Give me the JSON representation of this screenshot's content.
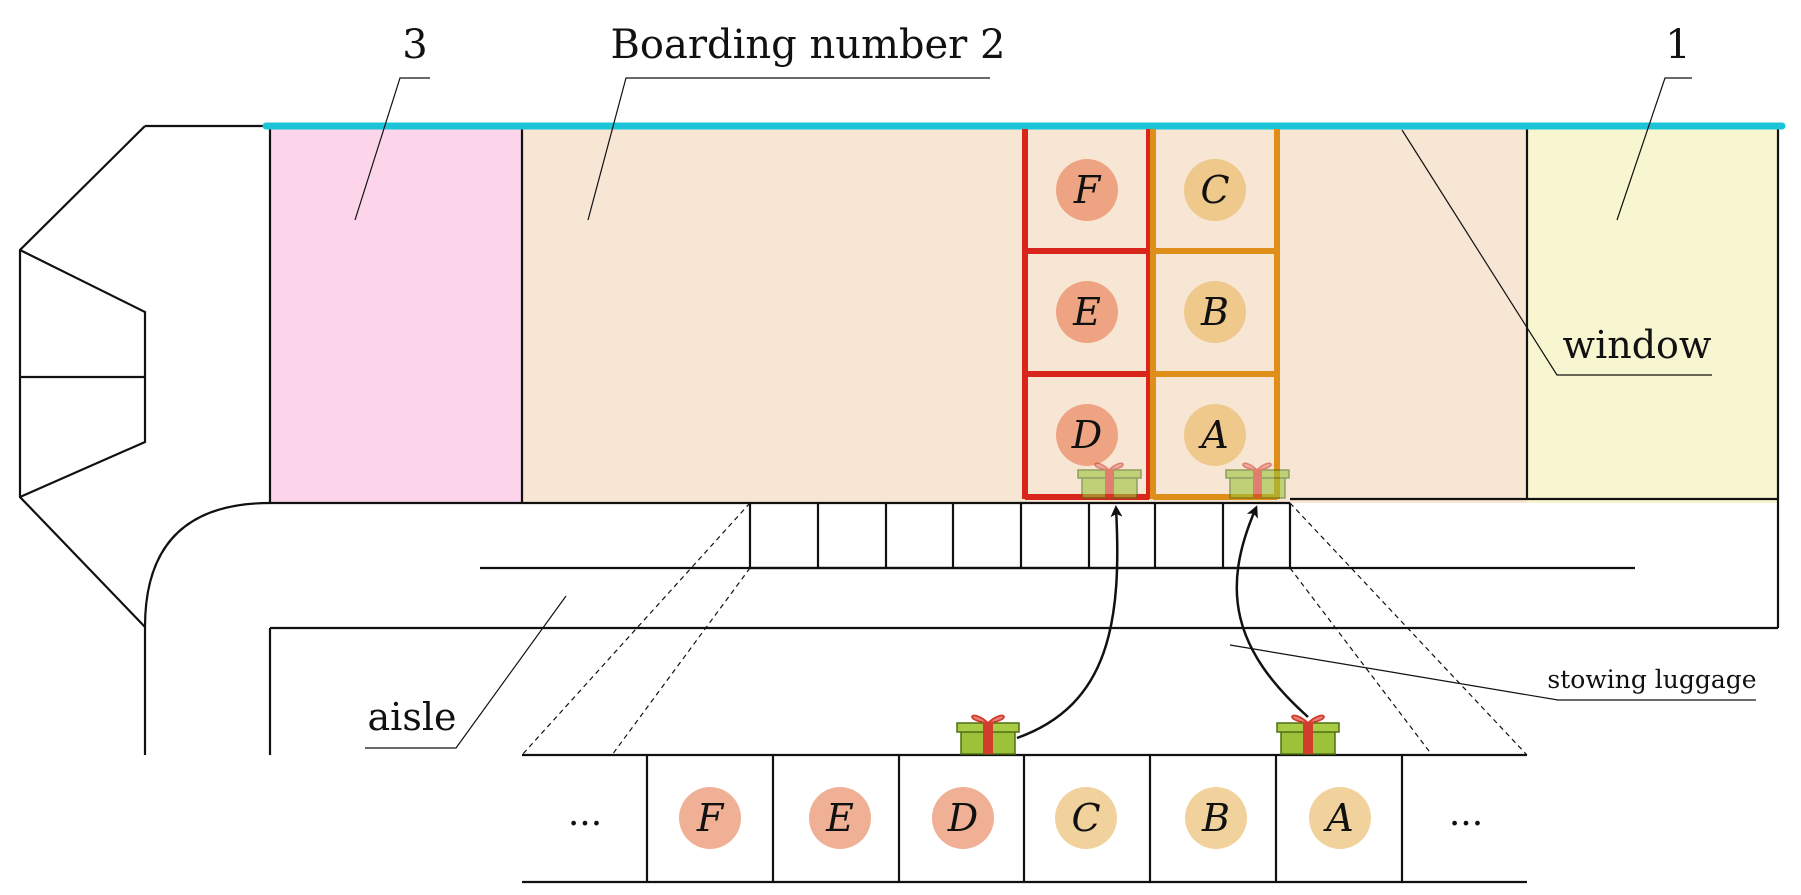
{
  "labels": {
    "zone_3": "3",
    "zone_2": "Boarding number 2",
    "zone_1": "1",
    "window": "window",
    "aisle": "aisle",
    "stowing": "stowing luggage"
  },
  "cabin_seats": [
    {
      "letter": "F",
      "side": "left"
    },
    {
      "letter": "E",
      "side": "left"
    },
    {
      "letter": "D",
      "side": "left"
    },
    {
      "letter": "C",
      "side": "right"
    },
    {
      "letter": "B",
      "side": "right"
    },
    {
      "letter": "A",
      "side": "right"
    }
  ],
  "queue": [
    "...",
    "F",
    "E",
    "D",
    "C",
    "B",
    "A",
    "..."
  ],
  "colors": {
    "window_line": "#1cc4d8",
    "zone_3_fill": "#fcd5ea",
    "zone_2_fill": "#f6e6d3",
    "zone_1_fill": "#f8f6d0",
    "left_seat_frame": "#d9261c",
    "right_seat_frame": "#e08e1a",
    "left_passenger": "#eea482",
    "right_passenger": "#efc88c",
    "gift_box": "#9cc23a",
    "gift_ribbon": "#d13c2c"
  }
}
